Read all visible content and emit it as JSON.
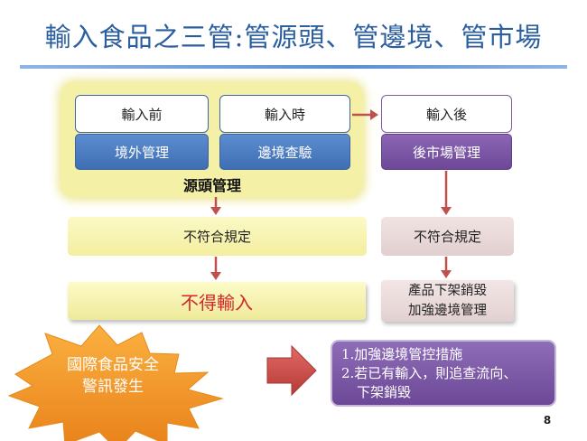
{
  "title": "輸入食品之三管:管源頭、管邊境、管市場",
  "stages": {
    "before_import": "輸入前",
    "during_import": "輸入時",
    "after_import": "輸入後"
  },
  "management": {
    "overseas": "境外管理",
    "border": "邊境查驗",
    "post_market": "後市場管理"
  },
  "source_label": "源頭管理",
  "noncompliant_left": "不符合規定",
  "noncompliant_right": "不符合規定",
  "reject": "不得輸入",
  "market_result": {
    "line1": "產品下架銷毀",
    "line2": "加強邊境管理"
  },
  "alert": {
    "line1": "國際食品安全",
    "line2": "警訊發生"
  },
  "actions": {
    "item1": "1.加強邊境管控措施",
    "item2": "2.若已有輸入，則追查流向、",
    "item2_cont": "下架銷毀"
  },
  "page_number": "8",
  "colors": {
    "title": "#2b5e9e",
    "source_area": "#f4f0a6",
    "blue_box": "#4f7fc2",
    "purple_box": "#7b56a6",
    "arrow": "#c0504d",
    "reject_text": "#d3262c",
    "burst": "#f0941c"
  }
}
